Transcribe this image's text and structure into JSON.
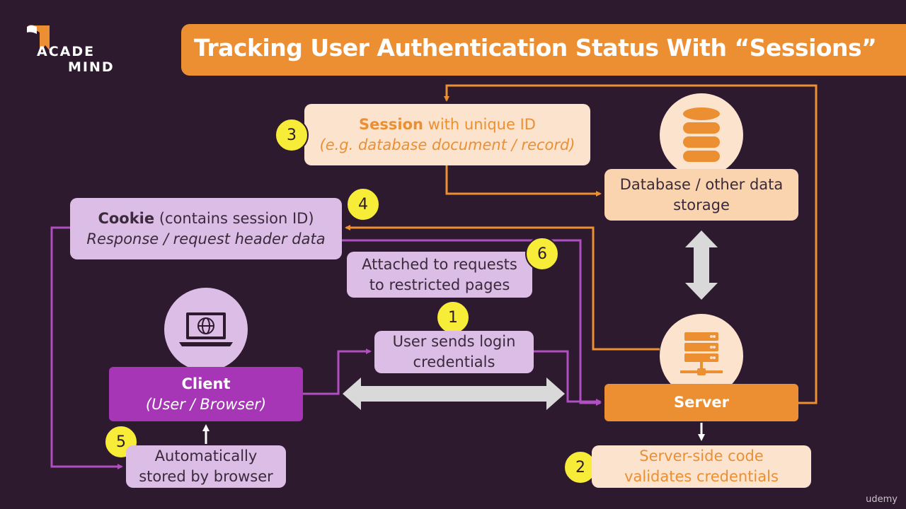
{
  "logo": {
    "line1": "ACADE",
    "line2": "MIND"
  },
  "title": "Tracking User Authentication Status With “Sessions”",
  "session": {
    "bold": "Session",
    "rest": " with unique ID",
    "sub": "(e.g. database document / record)"
  },
  "database": {
    "line1": "Database / other data",
    "line2": "storage"
  },
  "cookie": {
    "bold": "Cookie",
    "rest": " (contains session ID)",
    "sub": "Response / request header data"
  },
  "attached": {
    "line1": "Attached to requests",
    "line2": "to restricted pages"
  },
  "login": {
    "line1": "User sends login",
    "line2": "credentials"
  },
  "client": {
    "title": "Client",
    "sub": "(User / Browser)"
  },
  "server": {
    "title": "Server"
  },
  "stored": {
    "line1": "Automatically",
    "line2": "stored by browser"
  },
  "validates": {
    "line1": "Server-side code",
    "line2": "validates credentials"
  },
  "steps": [
    "1",
    "2",
    "3",
    "4",
    "5",
    "6"
  ],
  "watermark": "udemy",
  "colors": {
    "background": "#2e1a2f",
    "orange": "#ec8f32",
    "purple": "#a636b5",
    "badge": "#f7ec38"
  }
}
